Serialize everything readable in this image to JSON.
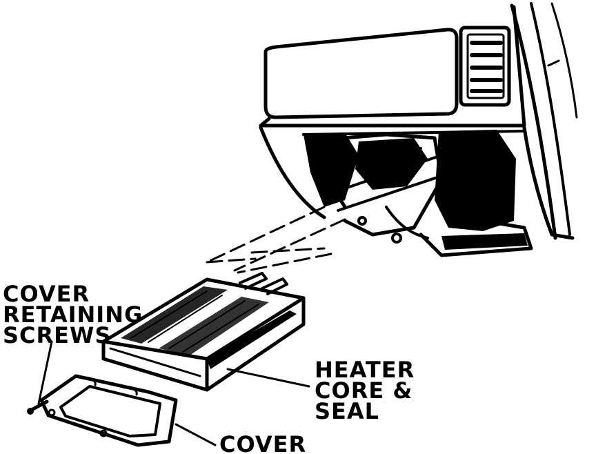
{
  "labels": {
    "cover_retaining_screws": [
      "COVER",
      "RETAINING",
      "SCREWS"
    ],
    "heater_core_seal": [
      "HEATER",
      "CORE &",
      "SEAL"
    ],
    "cover": "COVER"
  }
}
